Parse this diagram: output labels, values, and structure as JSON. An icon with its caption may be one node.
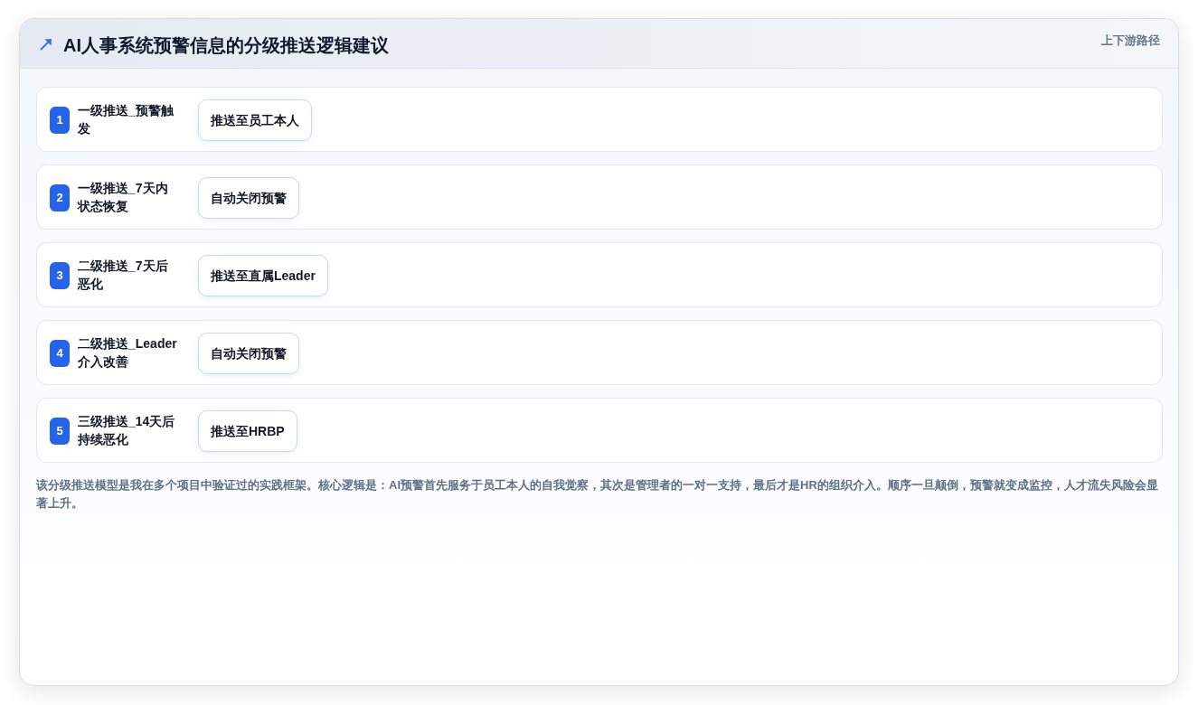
{
  "diagram": {
    "title": "AI人事系统预警信息的分级推送逻辑建议",
    "nodes": [
      {
        "text": [
          "一级推送_预警触发"
        ]
      },
      {
        "text": [
          "1"
        ],
        "in": 0
      },
      {
        "text": [
          "推送至员工本人"
        ],
        "in": 0
      },
      {
        "text": [
          "一级推送_7天内状态恢复"
        ]
      },
      {
        "text": [
          "2"
        ],
        "in": 3
      },
      {
        "text": [
          "自动关闭预警"
        ],
        "in": 3
      },
      {
        "text": [
          "二级推送_7天后恶化"
        ]
      },
      {
        "text": [
          "3"
        ],
        "in": 6
      },
      {
        "text": [
          "推送至直属Leader"
        ],
        "in": 6
      },
      {
        "text": [
          "二级推送_Leader介入改善"
        ]
      },
      {
        "text": [
          "4"
        ],
        "in": 9
      },
      {
        "text": [
          "自动关闭预警"
        ],
        "in": 9
      },
      {
        "text": [
          "三级推送_14天后持续恶化"
        ]
      },
      {
        "text": [
          "5"
        ],
        "in": 12
      },
      {
        "text": [
          "推送至HRBP"
        ],
        "in": 12
      }
    ],
    "labels": [
      "上下游路径"
    ],
    "caption": "该分级推送模型是我在多个项目中验证过的实践框架。核心逻辑是：AI预警首先服务于员工本人的自我觉察，其次是管理者的一对一支持，最后才是HR的组织介入。顺序一旦颠倒，预警就变成监控，人才流失风险会显著上升。"
  }
}
